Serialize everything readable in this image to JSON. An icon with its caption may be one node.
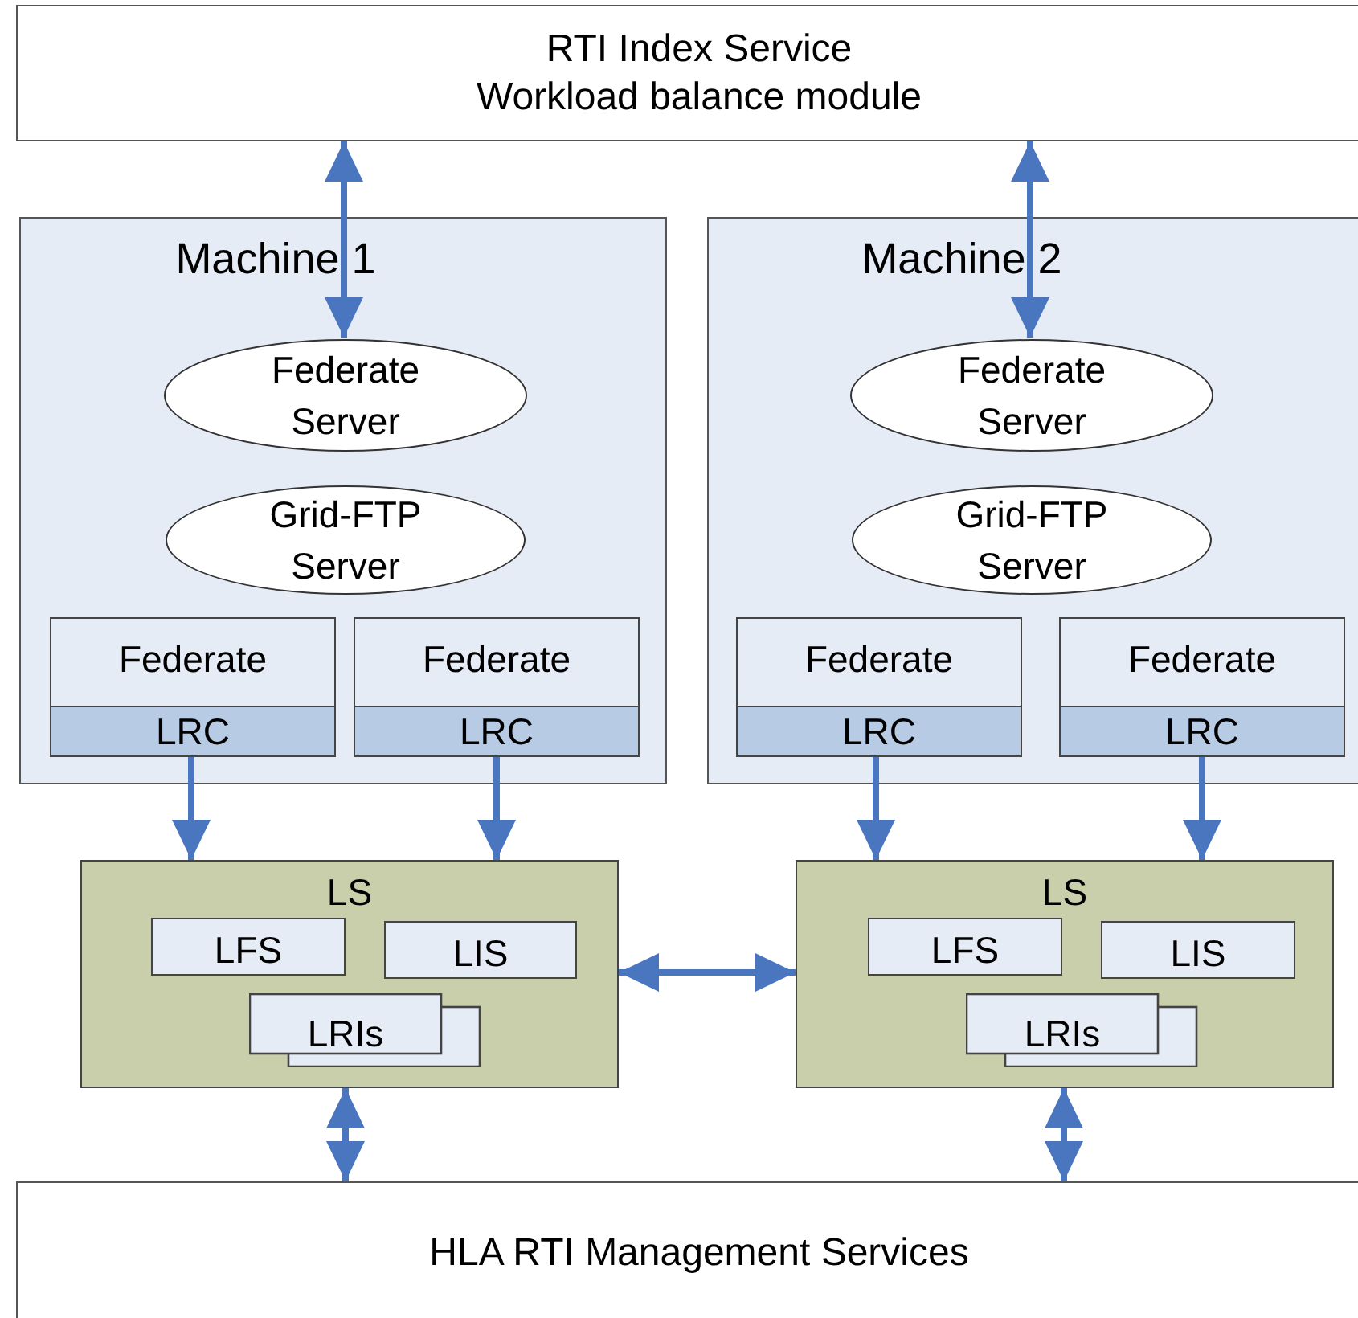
{
  "diagram": {
    "nodes": [
      {
        "text": [
          "RTI Index Service",
          "Workload balance module"
        ]
      },
      {
        "text": [
          "Machine 1"
        ]
      },
      {
        "text": [
          "Federate Server"
        ],
        "in": 1
      },
      {
        "text": [
          "Grid-FTP Server"
        ],
        "in": 1
      },
      {
        "text": [
          "Federate",
          "LRC"
        ],
        "in": 1
      },
      {
        "text": [
          "Federate",
          "LRC"
        ],
        "in": 1
      },
      {
        "text": [
          "Machine 2"
        ]
      },
      {
        "text": [
          "Federate Server"
        ],
        "in": 6
      },
      {
        "text": [
          "Grid-FTP Server"
        ],
        "in": 6
      },
      {
        "text": [
          "Federate",
          "LRC"
        ],
        "in": 6
      },
      {
        "text": [
          "Federate",
          "LRC"
        ],
        "in": 6
      },
      {
        "text": [
          "LS"
        ]
      },
      {
        "text": [
          "LFS"
        ],
        "in": 11
      },
      {
        "text": [
          "LIS"
        ],
        "in": 11
      },
      {
        "text": [
          "LRIs"
        ],
        "in": 11
      },
      {
        "text": [
          "LS"
        ]
      },
      {
        "text": [
          "LFS"
        ],
        "in": 15
      },
      {
        "text": [
          "LIS"
        ],
        "in": 15
      },
      {
        "text": [
          "LRIs"
        ],
        "in": 15
      },
      {
        "text": [
          "HLA RTI  Management Services"
        ]
      }
    ],
    "edges": [
      {
        "from": 0,
        "to": 2,
        "arrow": "both"
      },
      {
        "from": 0,
        "to": 7,
        "arrow": "both"
      },
      {
        "from": 4,
        "to": 11,
        "arrow": "to"
      },
      {
        "from": 5,
        "to": 11,
        "arrow": "to"
      },
      {
        "from": 9,
        "to": 15,
        "arrow": "to"
      },
      {
        "from": 10,
        "to": 15,
        "arrow": "to"
      },
      {
        "from": 11,
        "to": 15,
        "arrow": "both"
      },
      {
        "from": 11,
        "to": 19,
        "arrow": "both"
      },
      {
        "from": 15,
        "to": 19,
        "arrow": "both"
      }
    ]
  }
}
